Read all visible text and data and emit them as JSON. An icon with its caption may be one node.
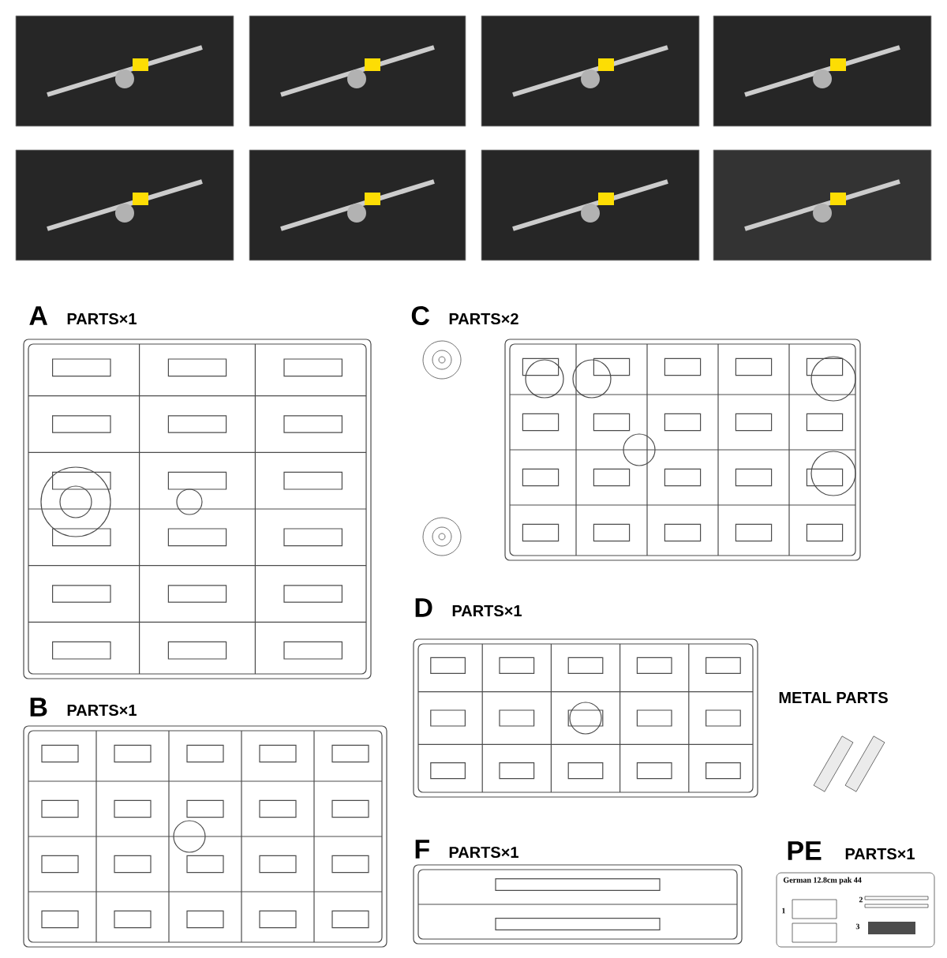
{
  "diagram": {
    "labels": [
      "A",
      "PARTS×1",
      "C",
      "PARTS×2",
      "D",
      "PARTS×1",
      "METAL PARTS",
      "B",
      "PARTS×1",
      "F",
      "PARTS×1",
      "PE",
      "PARTS×1",
      "German 12.8cm pak 44",
      "1",
      "2",
      "3"
    ]
  }
}
